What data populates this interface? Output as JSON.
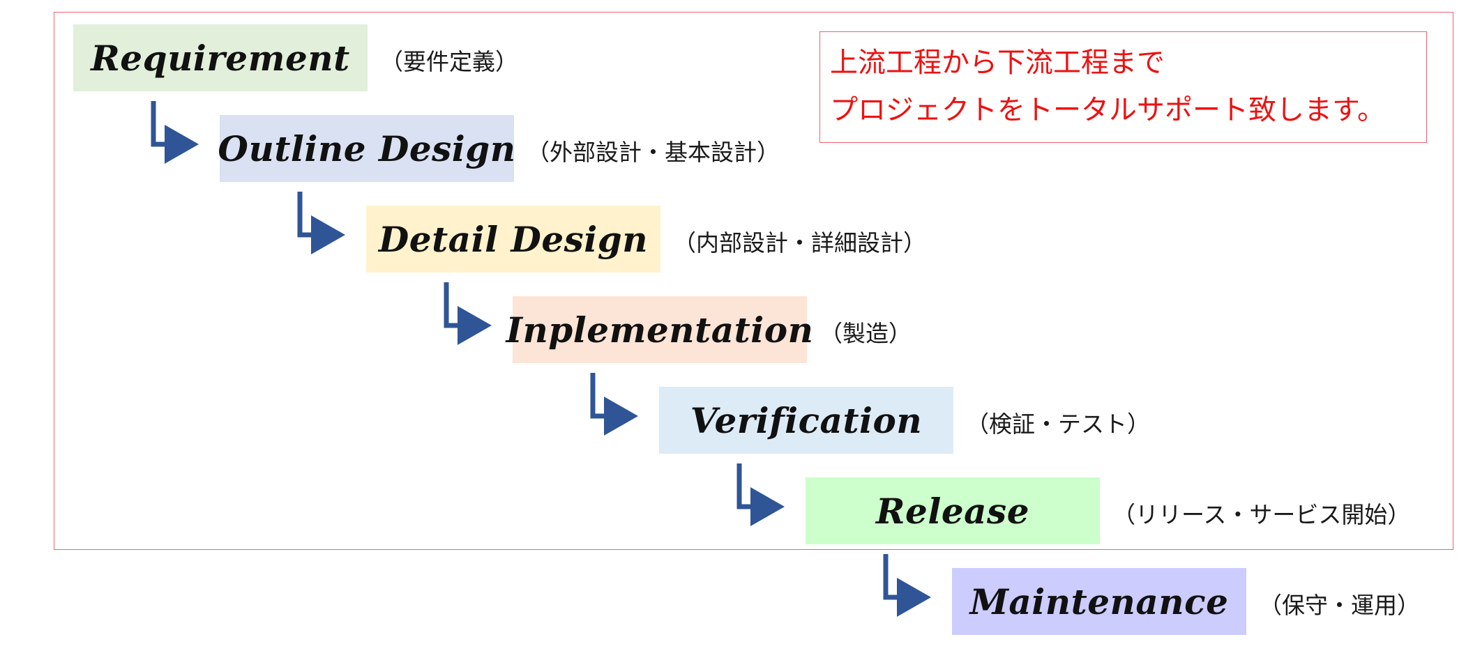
{
  "note": {
    "line1": "上流工程から下流工程まで",
    "line2": "プロジェクトをトータルサポート致します。"
  },
  "stages": [
    {
      "label": "Requirement",
      "jp": "（要件定義）",
      "color": "#e2efda"
    },
    {
      "label": "Outline Design",
      "jp": "（外部設計・基本設計）",
      "color": "#d9e1f2"
    },
    {
      "label": "Detail Design",
      "jp": "（内部設計・詳細設計）",
      "color": "#fff2cc"
    },
    {
      "label": "Inplementation",
      "jp": "（製造）",
      "color": "#fce4d6"
    },
    {
      "label": "Verification",
      "jp": "（検証・テスト）",
      "color": "#ddebf7"
    },
    {
      "label": "Release",
      "jp": "（リリース・サービス開始）",
      "color": "#ccffcc"
    },
    {
      "label": "Maintenance",
      "jp": "（保守・運用）",
      "color": "#ccccff"
    }
  ],
  "colors": {
    "frame_border": "#f06070",
    "note_text": "#ee1111",
    "arrow": "#2f5597"
  }
}
